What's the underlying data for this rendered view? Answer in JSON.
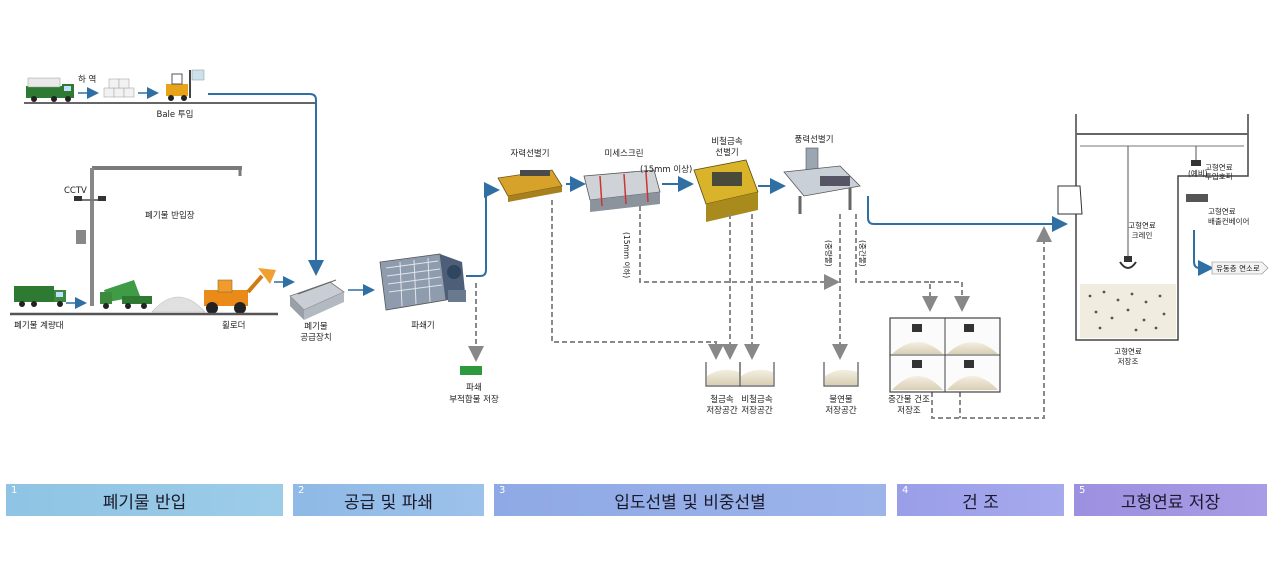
{
  "process": {
    "haul": "하 역",
    "bale_input": "Bale 투입",
    "cctv": "CCTV",
    "waste_yard": "폐기물 반입장",
    "weighbridge": "폐기물 계량대",
    "wheel_loader": "휠로더",
    "feeder": [
      "폐기물",
      "공급장치"
    ],
    "shredder": "파쇄기",
    "shred_reject": [
      "파쇄",
      "부적합물 저장"
    ],
    "magnetic": "자력선별기",
    "trommel": "미세스크린",
    "over15": "(15mm 이상)",
    "under15": "(15mm 이하)",
    "eddy": [
      "비철금속",
      "선별기"
    ],
    "air": "풍력선별기",
    "heavy": "(중량물)",
    "medium": "(중간물)",
    "ferrous_store": [
      "철금속",
      "저장공간"
    ],
    "nonferrous_store": [
      "비철금속",
      "저장공간"
    ],
    "reject_store": [
      "불연물",
      "저장공간"
    ],
    "dryer": [
      "중간물 건조",
      "저장조"
    ],
    "crane": [
      "고형연료",
      "크레인"
    ],
    "hopper_spare": "(예비)",
    "hopper": [
      "고형연료",
      "투입호퍼"
    ],
    "conveyor": [
      "고형연료",
      "배출컨베이어"
    ],
    "furnace": "유동층 연소로",
    "silo": [
      "고형연료",
      "저장조"
    ]
  },
  "stages": [
    {
      "num": "1",
      "label": "폐기물 반입"
    },
    {
      "num": "2",
      "label": "공급 및 파쇄"
    },
    {
      "num": "3",
      "label": "입도선별 및 비중선별"
    },
    {
      "num": "4",
      "label": "건 조"
    },
    {
      "num": "5",
      "label": "고형연료 저장"
    }
  ],
  "colors": {
    "flow_line": "#2f6fa3",
    "dashed_line": "#8a8a8a",
    "stage1": "#8fc4e4",
    "stage2": "#8fb9e6",
    "stage3": "#8fa9e6",
    "stage4": "#9a9ee8",
    "stage5": "#9c90e0"
  }
}
